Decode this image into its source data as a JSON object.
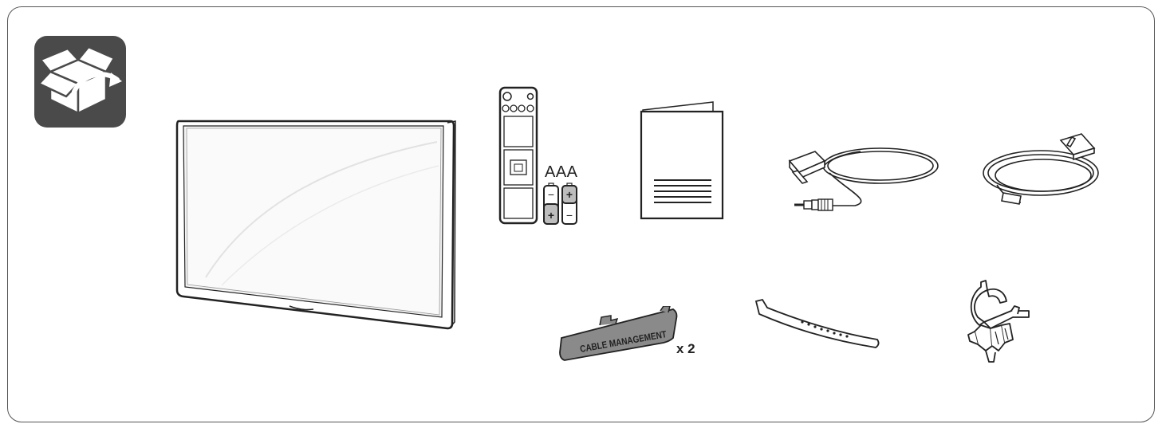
{
  "battery_type_label": "AAA",
  "battery_polarity": {
    "minus": "−",
    "plus": "+"
  },
  "cable_management_label": "CABLE MANAGEMENT",
  "cable_management_quantity": "x 2",
  "icon_names": [
    "unboxing-icon",
    "monitor-icon",
    "remote-control-icon",
    "batteries-icon",
    "manual-icon",
    "rs232c-cable-icon",
    "power-cord-icon",
    "cable-management-clip-icon",
    "cable-tie-icon",
    "cable-holder-icon"
  ],
  "colors": {
    "frame_border": "#555555",
    "icon_tile": "#4a4a4a",
    "line_art": "#222222",
    "clip_fill": "#8a8a8a"
  }
}
